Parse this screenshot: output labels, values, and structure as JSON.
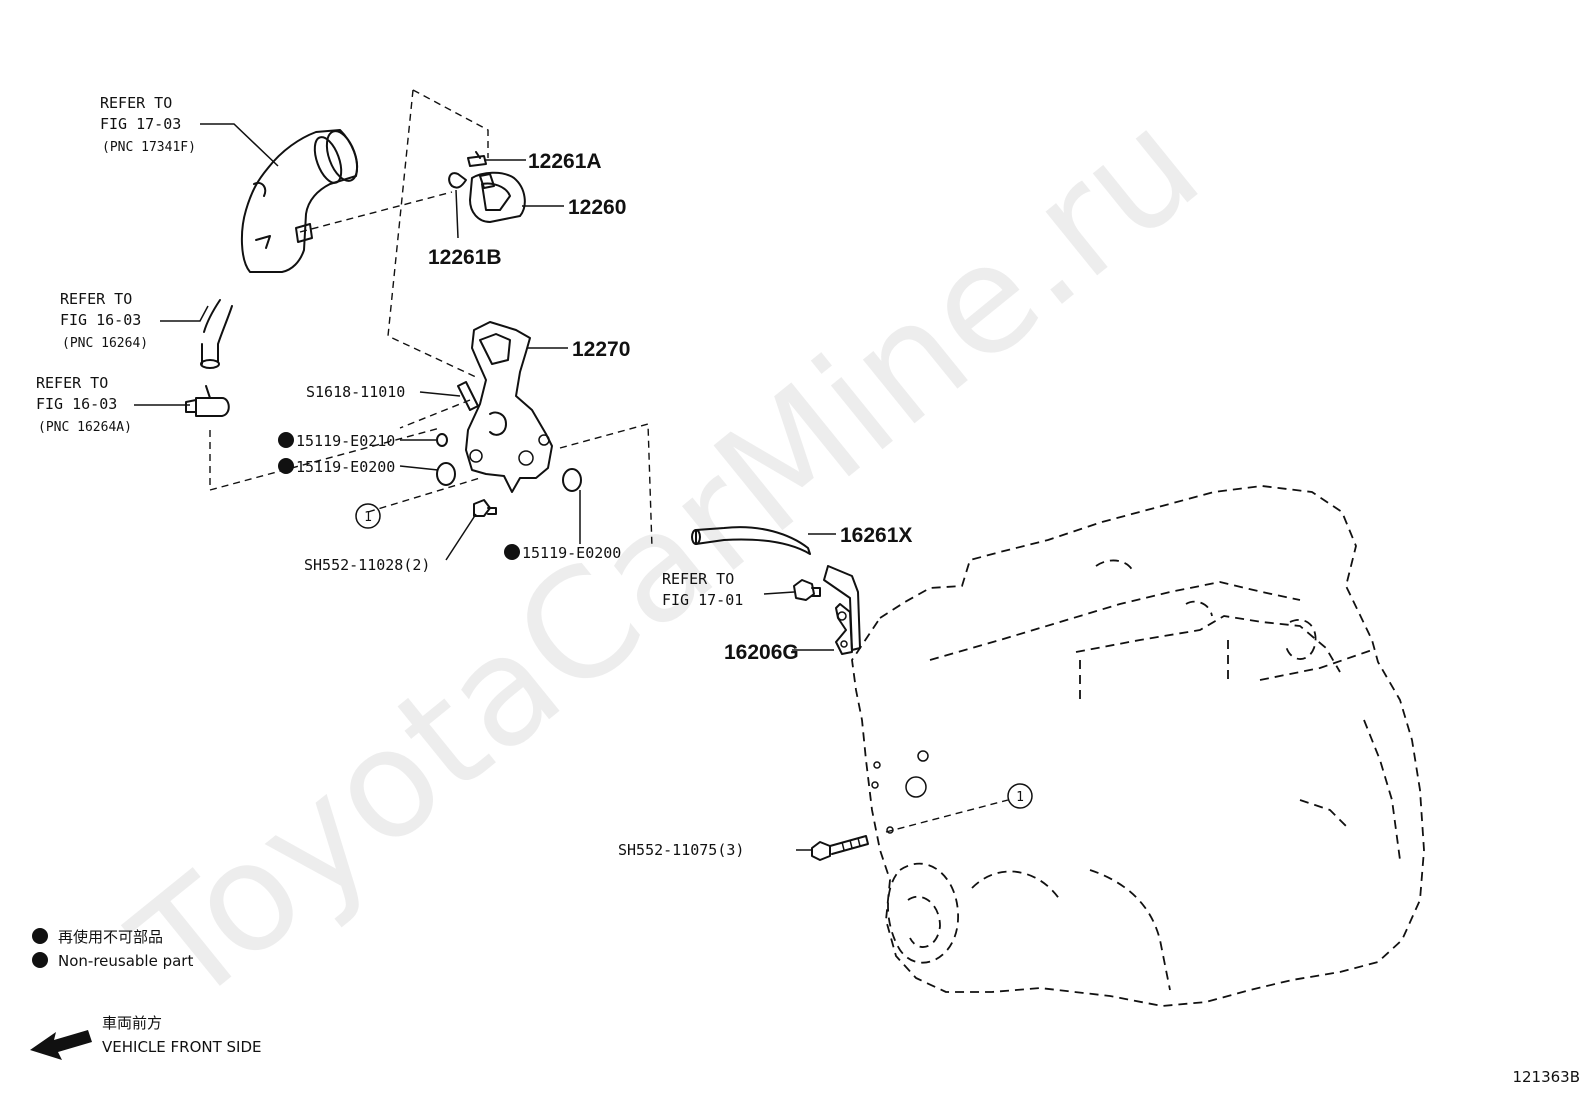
{
  "watermark": "ToyotaCarMine.ru",
  "refs": {
    "r1": {
      "l1": "REFER TO",
      "l2": "FIG 17-03",
      "l3": "(PNC 17341F)"
    },
    "r2": {
      "l1": "REFER TO",
      "l2": "FIG 16-03",
      "l3": "(PNC 16264)"
    },
    "r3": {
      "l1": "REFER TO",
      "l2": "FIG 16-03",
      "l3": "(PNC 16264A)"
    },
    "r4": {
      "l1": "REFER TO",
      "l2": "FIG 17-01"
    }
  },
  "parts": {
    "p12261A": "12261A",
    "p12260": "12260",
    "p12261B": "12261B",
    "p12270": "12270",
    "p16261X": "16261X",
    "p16206G": "16206G",
    "s1618": "S1618-11010",
    "e0210": "15119-E0210",
    "e0200a": "15119-E0200",
    "e0200b": "15119-E0200",
    "sh552a": "SH552-11028(2)",
    "sh552b": "SH552-11075(3)",
    "circle_a": "1",
    "circle_b": "1"
  },
  "legend": {
    "jp": "再使用不可部品",
    "en": "Non-reusable part",
    "front_jp": "車両前方",
    "front_en": "VEHICLE FRONT SIDE"
  },
  "illustration_code": "121363B"
}
